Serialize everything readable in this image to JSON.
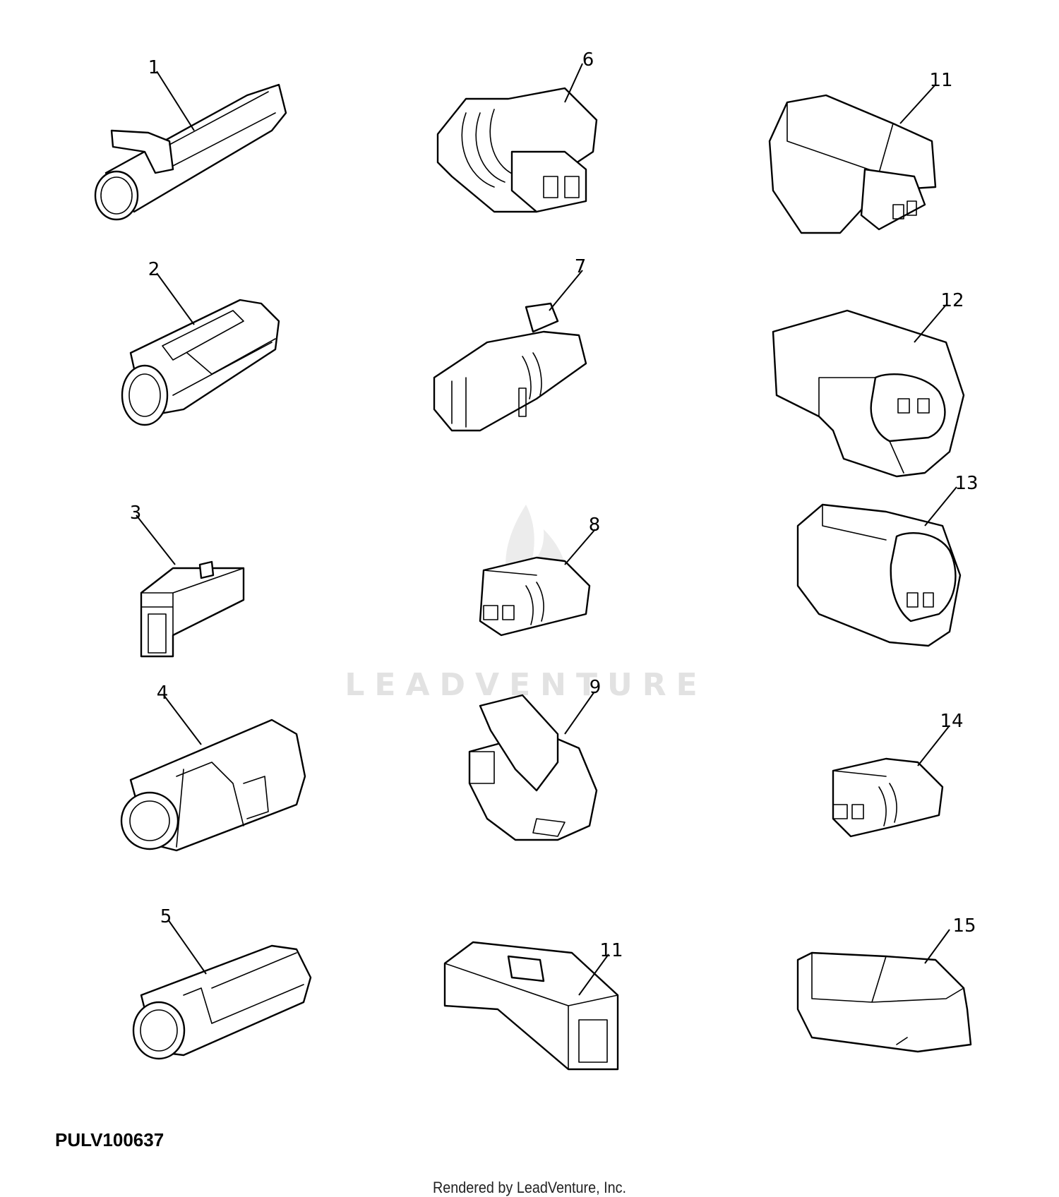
{
  "diagram": {
    "id_code": "PULV100637",
    "footer": "Rendered by LeadVenture, Inc.",
    "watermark": "LEADVENTURE",
    "callouts": [
      "1",
      "2",
      "3",
      "4",
      "5",
      "6",
      "7",
      "8",
      "9",
      "11",
      "11",
      "12",
      "13",
      "14",
      "15"
    ]
  }
}
